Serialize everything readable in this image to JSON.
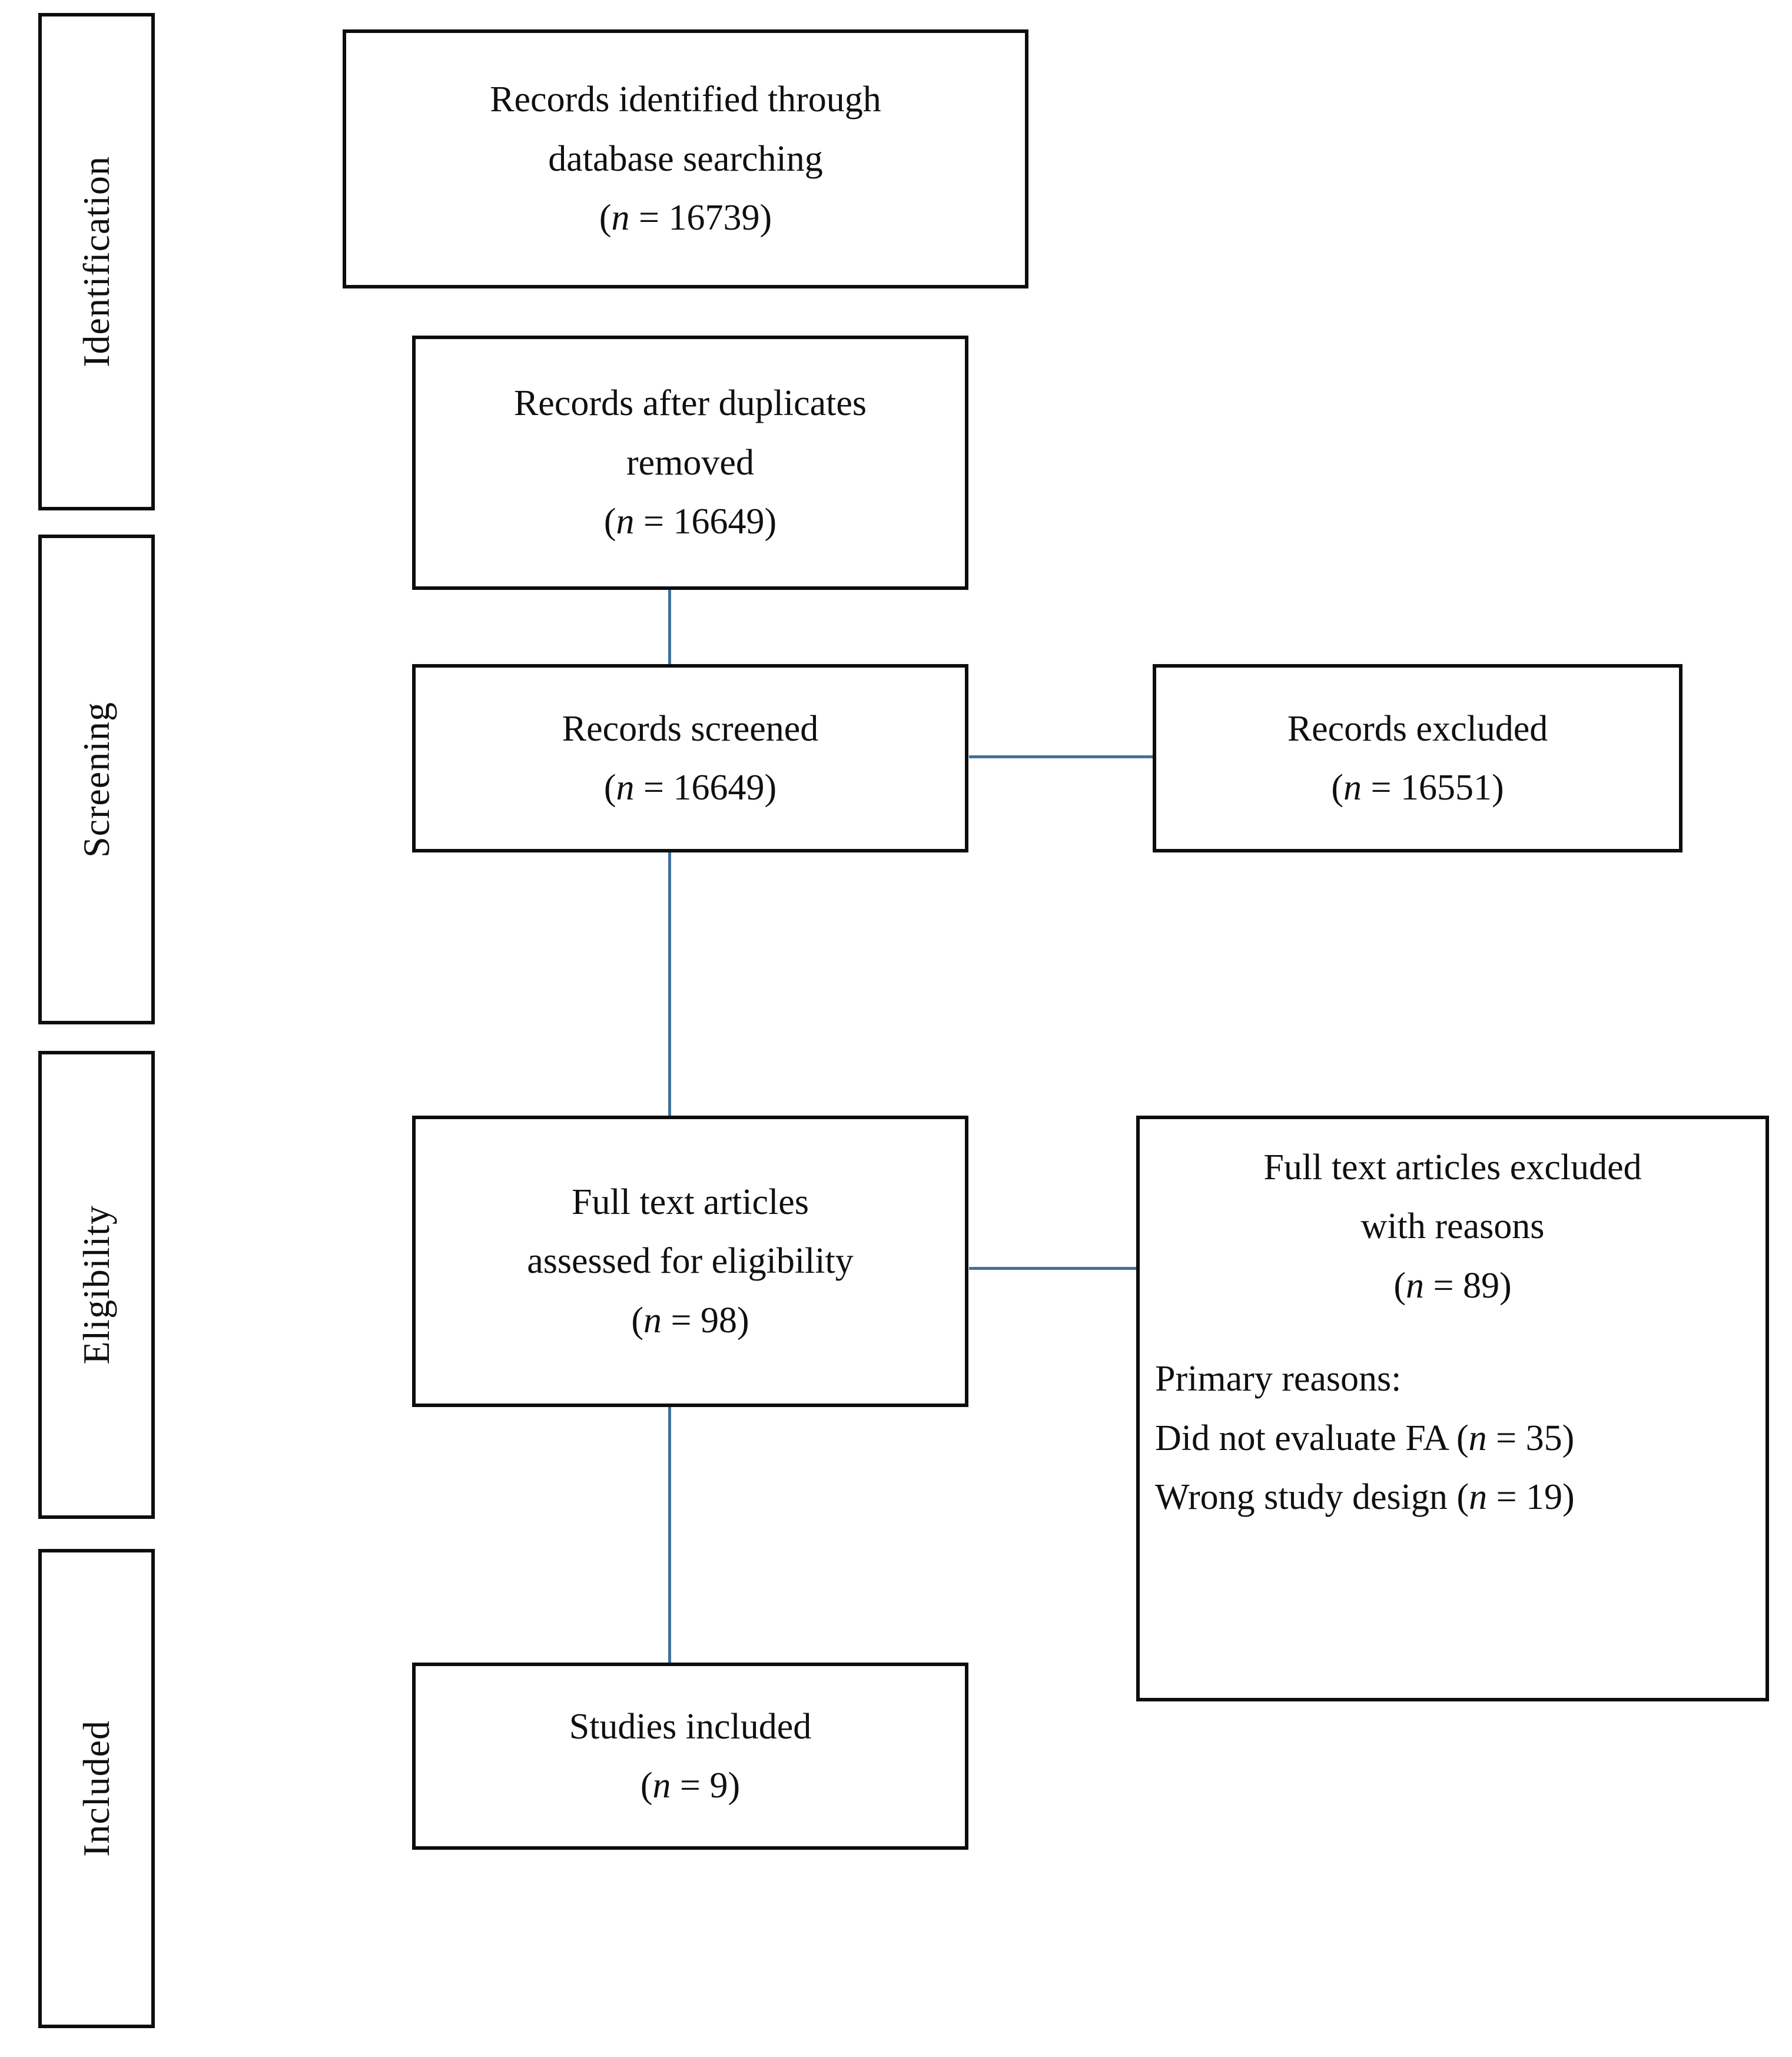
{
  "diagram": {
    "type": "prisma-flow-diagram",
    "accent_color": "#41719c",
    "border_color": "#0d0d0d",
    "background_color": "#ffffff"
  },
  "stages": [
    {
      "label": "Identification"
    },
    {
      "label": "Screening"
    },
    {
      "label": "Eligibility"
    },
    {
      "label": "Included"
    }
  ],
  "boxes": {
    "identified": {
      "line1": "Records identified through",
      "line2": "database searching",
      "count_prefix": "(",
      "count_n": "n",
      "count_value": " = 16739)"
    },
    "after_duplicates": {
      "line1": "Records after duplicates",
      "line2": "removed",
      "count_prefix": "(",
      "count_n": "n",
      "count_value": " = 16649)"
    },
    "screened": {
      "line1": "Records screened",
      "count_prefix": "(",
      "count_n": "n",
      "count_value": " = 16649)"
    },
    "records_excluded": {
      "line1": "Records excluded",
      "count_prefix": "(",
      "count_n": "n",
      "count_value": " = 16551)"
    },
    "full_text_assessed": {
      "line1": "Full text articles",
      "line2": "assessed for eligibility",
      "count_prefix": "(",
      "count_n": "n",
      "count_value": " = 98)"
    },
    "full_text_excluded": {
      "line1": "Full text articles excluded",
      "line2": "with reasons",
      "count_prefix": "(",
      "count_n": "n",
      "count_value": " = 89)",
      "reasons_heading": "Primary reasons:",
      "reason1_text": "Did not evaluate FA (",
      "reason1_n": "n",
      "reason1_value": " = 35)",
      "reason2_text": "Wrong study design (",
      "reason2_n": "n",
      "reason2_value": " = 19)"
    },
    "studies_included": {
      "line1": "Studies included",
      "count_prefix": "(",
      "count_n": "n",
      "count_value": " = 9)"
    }
  },
  "chart_data": {
    "type": "diagram",
    "title": "PRISMA flow diagram",
    "nodes": [
      {
        "id": "identified",
        "stage": "Identification",
        "label": "Records identified through database searching",
        "n": 16739
      },
      {
        "id": "after_duplicates",
        "stage": "Identification",
        "label": "Records after duplicates removed",
        "n": 16649
      },
      {
        "id": "screened",
        "stage": "Screening",
        "label": "Records screened",
        "n": 16649
      },
      {
        "id": "records_excluded",
        "stage": "Screening",
        "label": "Records excluded",
        "n": 16551
      },
      {
        "id": "full_text_assessed",
        "stage": "Eligibility",
        "label": "Full text articles assessed for eligibility",
        "n": 98
      },
      {
        "id": "full_text_excluded",
        "stage": "Eligibility",
        "label": "Full text articles excluded with reasons",
        "n": 89,
        "reasons": [
          {
            "label": "Did not evaluate FA",
            "n": 35
          },
          {
            "label": "Wrong study design",
            "n": 19
          }
        ]
      },
      {
        "id": "studies_included",
        "stage": "Included",
        "label": "Studies included",
        "n": 9
      }
    ],
    "edges": [
      {
        "from": "after_duplicates",
        "to": "screened"
      },
      {
        "from": "screened",
        "to": "records_excluded"
      },
      {
        "from": "screened",
        "to": "full_text_assessed"
      },
      {
        "from": "full_text_assessed",
        "to": "full_text_excluded"
      },
      {
        "from": "full_text_assessed",
        "to": "studies_included"
      }
    ]
  }
}
